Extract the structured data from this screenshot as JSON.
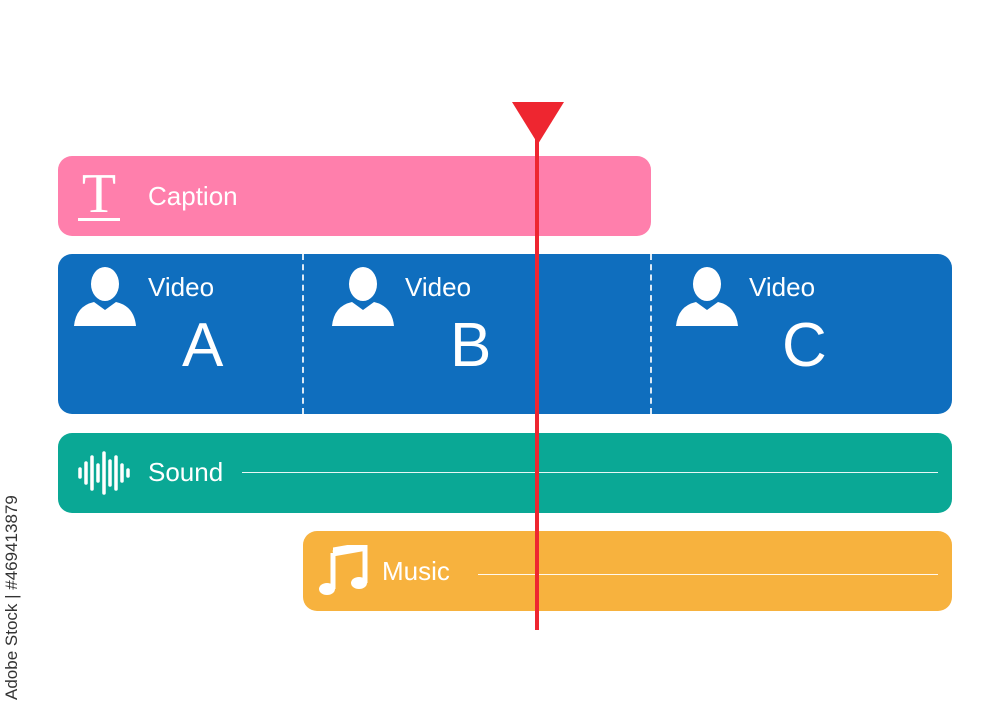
{
  "colors": {
    "caption": "#ff7fac",
    "video": "#0f6ebe",
    "sound": "#0aa895",
    "music": "#f7b23e",
    "playhead": "#ee2630"
  },
  "tracks": {
    "caption": {
      "label": "Caption",
      "icon": "text-t-icon"
    },
    "video": {
      "clips": [
        {
          "label": "Video",
          "letter": "A",
          "icon": "person-icon"
        },
        {
          "label": "Video",
          "letter": "B",
          "icon": "person-icon"
        },
        {
          "label": "Video",
          "letter": "C",
          "icon": "person-icon"
        }
      ]
    },
    "sound": {
      "label": "Sound",
      "icon": "waveform-icon"
    },
    "music": {
      "label": "Music",
      "icon": "music-note-icon"
    }
  },
  "credit": "Adobe Stock | #469413879"
}
